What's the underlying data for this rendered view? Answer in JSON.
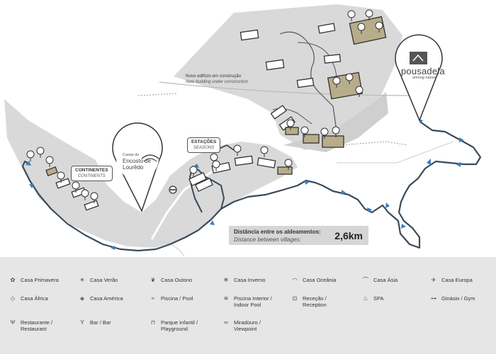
{
  "map": {
    "construction": {
      "pt": "Novo edifício em construção",
      "en": "New building under construction"
    },
    "brand": {
      "name": "pousadela",
      "tagline": "among nature"
    },
    "estate": {
      "small": "Casas do",
      "title_1": "Encosto de",
      "title_2": "Lourêdo"
    },
    "continents": {
      "pt": "CONTINENTES",
      "en": "CONTINENTS"
    },
    "seasons": {
      "pt": "ESTAÇÕES",
      "en": "SEASONS"
    },
    "distance": {
      "pt": "Distância entre os aldeamentos:",
      "en": "Distance between villages:",
      "value": "2,6km"
    }
  },
  "legend": [
    {
      "icon": "flower-icon",
      "glyph": "✿",
      "label_1": "Casa Primavera",
      "label_2": ""
    },
    {
      "icon": "sun-icon",
      "glyph": "☀",
      "label_1": "Casa Verão",
      "label_2": ""
    },
    {
      "icon": "leaf-icon",
      "glyph": "❦",
      "label_1": "Casa Outono",
      "label_2": ""
    },
    {
      "icon": "snowflake-icon",
      "glyph": "❄",
      "label_1": "Casa Inverno",
      "label_2": ""
    },
    {
      "icon": "oceania-icon",
      "glyph": "◠",
      "label_1": "Casa Oceânia",
      "label_2": ""
    },
    {
      "icon": "asia-icon",
      "glyph": "⌒",
      "label_1": "Casa Ásia",
      "label_2": ""
    },
    {
      "icon": "europe-icon",
      "glyph": "✈",
      "label_1": "Casa Europa",
      "label_2": ""
    },
    {
      "icon": "africa-icon",
      "glyph": "◇",
      "label_1": "Casa África",
      "label_2": ""
    },
    {
      "icon": "america-icon",
      "glyph": "◈",
      "label_1": "Casa América",
      "label_2": ""
    },
    {
      "icon": "pool-icon",
      "glyph": "≈",
      "label_1": "Piscina / Pool",
      "label_2": ""
    },
    {
      "icon": "indoor-pool-icon",
      "glyph": "≋",
      "label_1": "Piscina Interior /",
      "label_2": "Indoor Pool"
    },
    {
      "icon": "reception-icon",
      "glyph": "⊡",
      "label_1": "Receção /",
      "label_2": "Reception"
    },
    {
      "icon": "spa-icon",
      "glyph": "♨",
      "label_1": "SPA",
      "label_2": ""
    },
    {
      "icon": "gym-icon",
      "glyph": "⊶",
      "label_1": "Ginásio / Gym",
      "label_2": ""
    },
    {
      "icon": "restaurant-icon",
      "glyph": "Ψ",
      "label_1": "Restaurante /",
      "label_2": "Restaurant"
    },
    {
      "icon": "bar-icon",
      "glyph": "Y",
      "label_1": "Bar / Bar",
      "label_2": ""
    },
    {
      "icon": "playground-icon",
      "glyph": "⊓",
      "label_1": "Parque infantil /",
      "label_2": "Playground"
    },
    {
      "icon": "viewpoint-icon",
      "glyph": "∞",
      "label_1": "Miradouro /",
      "label_2": "Viewpoint"
    }
  ]
}
